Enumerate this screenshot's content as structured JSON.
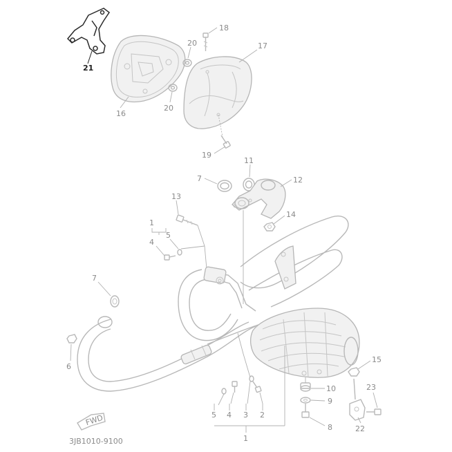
{
  "labels": [
    {
      "id": "21",
      "text": "21"
    },
    {
      "id": "16",
      "text": "16"
    },
    {
      "id": "20a",
      "text": "20"
    },
    {
      "id": "20b",
      "text": "20"
    },
    {
      "id": "18",
      "text": "18"
    },
    {
      "id": "17",
      "text": "17"
    },
    {
      "id": "19",
      "text": "19"
    },
    {
      "id": "7a",
      "text": "7"
    },
    {
      "id": "11",
      "text": "11"
    },
    {
      "id": "12",
      "text": "12"
    },
    {
      "id": "13",
      "text": "13"
    },
    {
      "id": "14",
      "text": "14"
    },
    {
      "id": "1a",
      "text": "1"
    },
    {
      "id": "5a",
      "text": "5"
    },
    {
      "id": "4a",
      "text": "4"
    },
    {
      "id": "7b",
      "text": "7"
    },
    {
      "id": "6",
      "text": "6"
    },
    {
      "id": "15",
      "text": "15"
    },
    {
      "id": "10",
      "text": "10"
    },
    {
      "id": "9",
      "text": "9"
    },
    {
      "id": "23",
      "text": "23"
    },
    {
      "id": "8",
      "text": "8"
    },
    {
      "id": "22",
      "text": "22"
    },
    {
      "id": "5b",
      "text": "5"
    },
    {
      "id": "4b",
      "text": "4"
    },
    {
      "id": "3",
      "text": "3"
    },
    {
      "id": "2",
      "text": "2"
    },
    {
      "id": "1b",
      "text": "1"
    }
  ],
  "fwd_label": "FWD",
  "catalog_code": "3JB1010-9100"
}
